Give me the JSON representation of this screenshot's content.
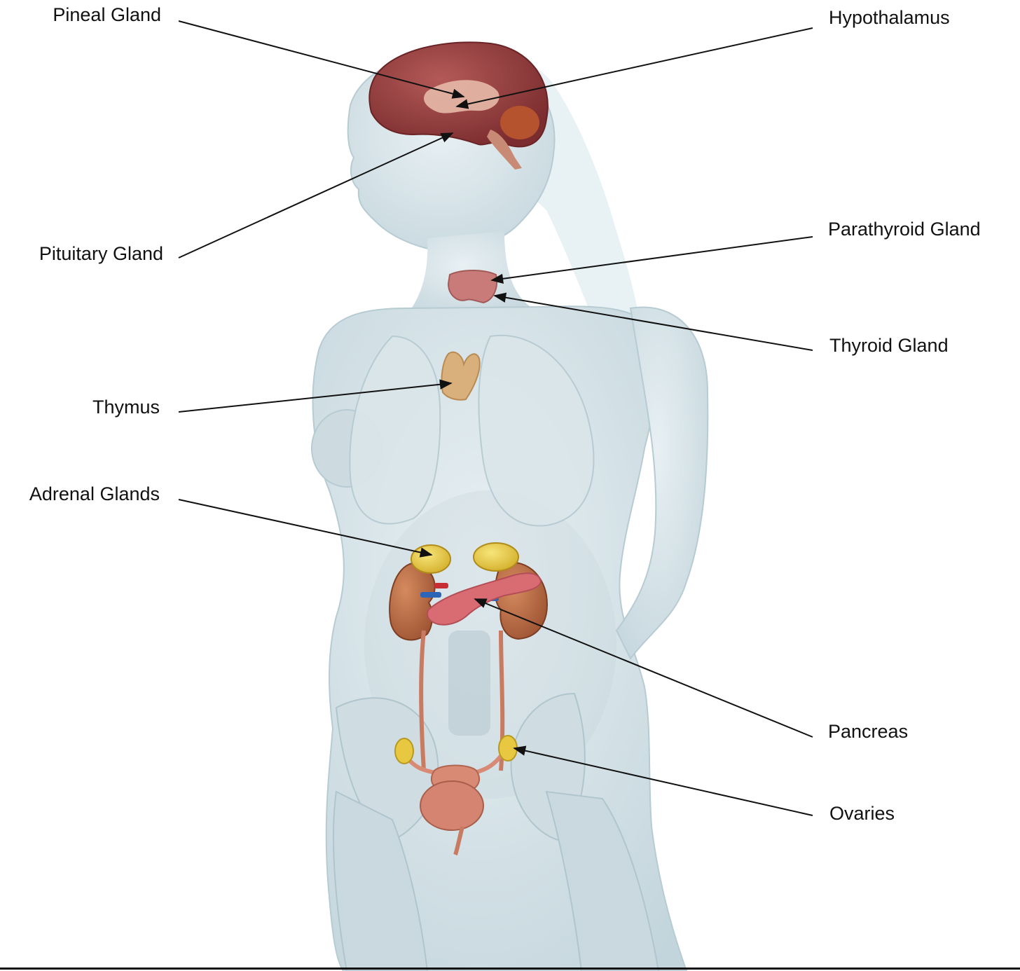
{
  "diagram": {
    "labels": {
      "pineal_gland": "Pineal Gland",
      "hypothalamus": "Hypothalamus",
      "pituitary_gland": "Pituitary Gland",
      "parathyroid_gland": "Parathyroid Gland",
      "thyroid_gland": "Thyroid Gland",
      "thymus": "Thymus",
      "adrenal_glands": "Adrenal Glands",
      "pancreas": "Pancreas",
      "ovaries": "Ovaries"
    },
    "colors": {
      "background": "#ffffff",
      "body": "#d6e3e8",
      "body_shadow": "#b9ccd3",
      "brain": "#9a3f3f",
      "thyroid": "#c97b79",
      "thymus": "#d9b07c",
      "kidney": "#b86a45",
      "adrenal": "#e6c63a",
      "pancreas": "#d96b73",
      "ovary": "#e8c840",
      "uterus": "#d98a75",
      "leader_line": "#111111"
    }
  }
}
